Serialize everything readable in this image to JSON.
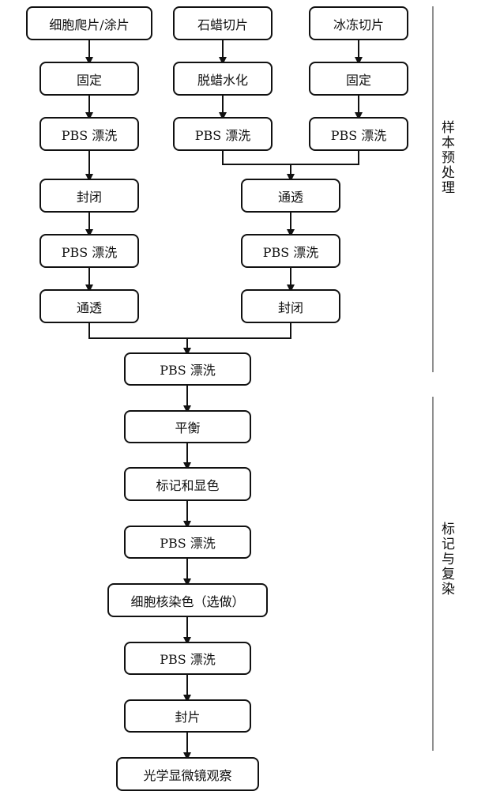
{
  "steps": {
    "cell_prep": "细胞爬片/涂片",
    "paraffin": "石蜡切片",
    "frozen": "冰冻切片",
    "fix_a": "固定",
    "dewax": "脱蜡水化",
    "fix_c": "固定",
    "pbs": "PBS 漂洗",
    "block": "封闭",
    "permeabilize": "通透",
    "balance": "平衡",
    "label": "标记和显色",
    "counterstain": "细胞核染色（选做）",
    "mount": "封片",
    "observe": "光学显微镜观察"
  },
  "phases": {
    "pretreat": "样本预处理",
    "label_stain": "标记与复染"
  }
}
